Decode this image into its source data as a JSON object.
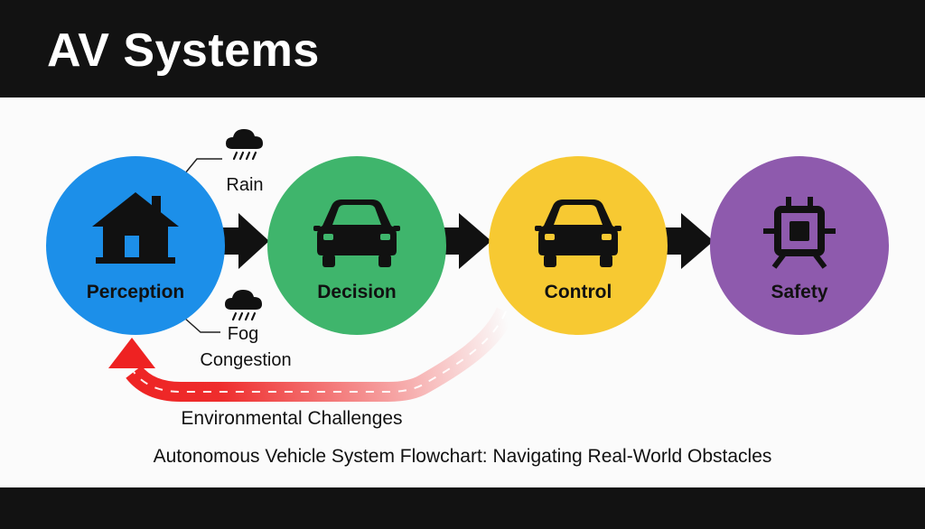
{
  "header": {
    "title": "AV Systems"
  },
  "nodes": [
    {
      "label": "Perception",
      "color": "#1c8fe9",
      "icon": "house-icon"
    },
    {
      "label": "Decision",
      "color": "#3fb56c",
      "icon": "car-icon"
    },
    {
      "label": "Control",
      "color": "#f7c932",
      "icon": "car-icon"
    },
    {
      "label": "Safety",
      "color": "#8e5aad",
      "icon": "chip-icon"
    }
  ],
  "conditions": {
    "rain": {
      "label": "Rain",
      "icon": "rain-cloud-icon"
    },
    "fog": {
      "label": "Fog",
      "icon": "rain-cloud-icon"
    },
    "congestion": {
      "label": "Congestion"
    }
  },
  "feedback": {
    "label": "Environmental Challenges",
    "color": "#ee2222"
  },
  "caption": "Autonomous Vehicle System Flowchart: Navigating Real-World Obstacles"
}
